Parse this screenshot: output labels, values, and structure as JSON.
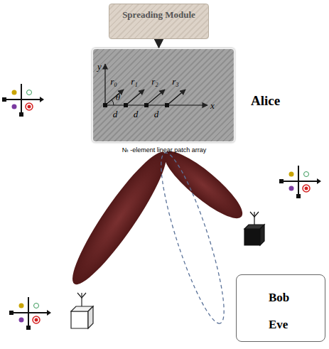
{
  "diagram": {
    "nodes": [
      {
        "text": [
          "Spreading Module"
        ]
      },
      {
        "text": [
          "Alice",
          "Nₜ -element linear patch array"
        ]
      }
    ],
    "edges": [
      {
        "from": 0,
        "to": 1,
        "arrow": "to"
      }
    ],
    "labels": [
      "y",
      "x",
      "r₀",
      "r₁",
      "r₂",
      "r₃",
      "θ",
      "d",
      "d",
      "d"
    ],
    "legend": [
      {
        "text": "Bob"
      },
      {
        "text": "Eve"
      }
    ]
  }
}
